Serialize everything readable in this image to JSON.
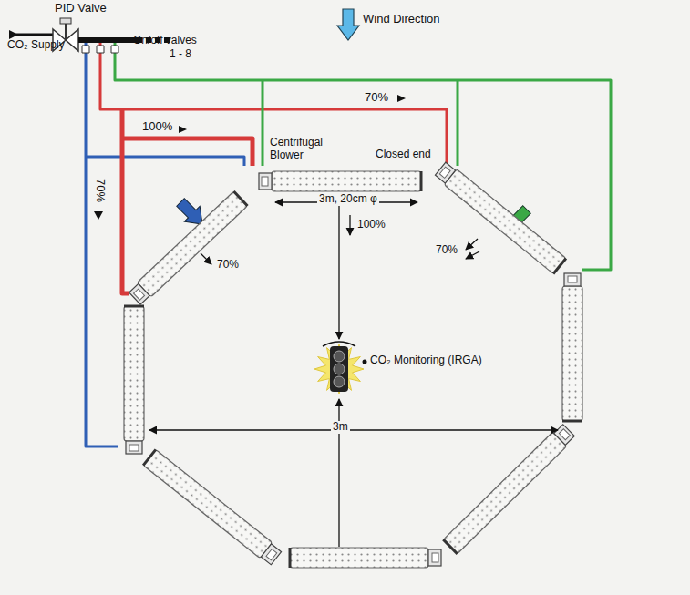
{
  "diagram": {
    "labels": [
      "PID Valve",
      "CO₂ Supply",
      "On/off valves",
      "1 - 8",
      "Wind Direction",
      "100%",
      "70%",
      "70%",
      "Centrifugal Blower",
      "Closed end",
      "3m, 20cm φ",
      "100%",
      "70%",
      "70%",
      "CO₂ Monitoring (IRGA)",
      "3m"
    ]
  }
}
